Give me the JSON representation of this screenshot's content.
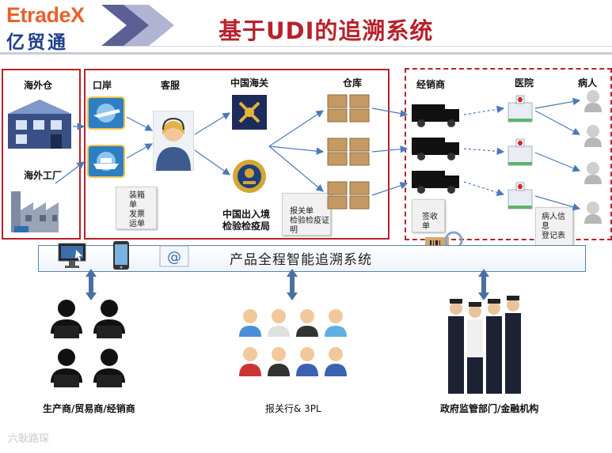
{
  "header": {
    "logo_en": "EtradeX",
    "logo_cn": "亿贸通",
    "title": "基于UDI的追溯系统"
  },
  "flow": {
    "overseas_warehouse": "海外仓",
    "overseas_factory": "海外工厂",
    "port": "口岸",
    "customer_service": "客服",
    "china_customs": "中国海关",
    "ciq": "中国出入境\n检验检疫局",
    "warehouse": "仓库",
    "distributor": "经销商",
    "hospital": "医院",
    "patient": "病人",
    "doc_packing": "装箱\n单\n发票\n运单",
    "doc_declaration": "报关单\n检验检疫证\n明",
    "doc_receipt": "签收\n单",
    "doc_patient": "病人信\n息\n登记表"
  },
  "system_bar": {
    "label": "产品全程智能追溯系统"
  },
  "groups": {
    "producers": "生产商/贸易商/经销商",
    "broker": "报关行& 3PL",
    "government": "政府监管部门/金融机构"
  },
  "watermark": "六耿路琛",
  "colors": {
    "accent_red": "#b8212a",
    "logo_orange": "#e8622a",
    "logo_blue": "#1f3d8a",
    "arrow_blue": "#4b79b8"
  }
}
